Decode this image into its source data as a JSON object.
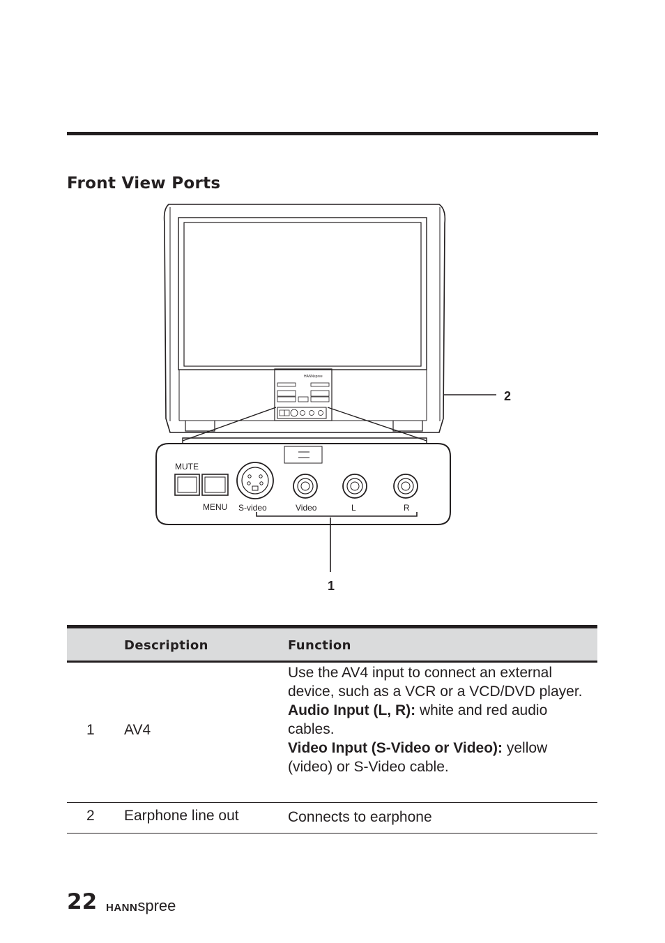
{
  "section": {
    "title": "Front View Ports"
  },
  "figure": {
    "tv_logo": "HANNspree",
    "mute_label": "MUTE",
    "menu_label": "MENU",
    "ports": [
      {
        "label": "S-video"
      },
      {
        "label": "Video"
      },
      {
        "label": "L"
      },
      {
        "label": "R"
      }
    ],
    "callouts": {
      "av4": "1",
      "earphone": "2"
    }
  },
  "table": {
    "headers": {
      "description": "Description",
      "function": "Function"
    },
    "rows": [
      {
        "number": "1",
        "description": "AV4",
        "function": {
          "text1": "Use the AV4 input to connect an external device, such as a VCR or a VCD/DVD player.",
          "audio_label": "Audio Input (L, R):",
          "audio_text": " white and red audio cables.",
          "video_label": "Video Input (S-Video or Video):",
          "video_text": " yellow (video) or S-Video cable."
        }
      },
      {
        "number": "2",
        "description": "Earphone line out",
        "function": {
          "text1": "Connects to earphone"
        }
      }
    ]
  },
  "footer": {
    "page_number": "22",
    "brand_bold": "HANN",
    "brand_light": "spree"
  }
}
